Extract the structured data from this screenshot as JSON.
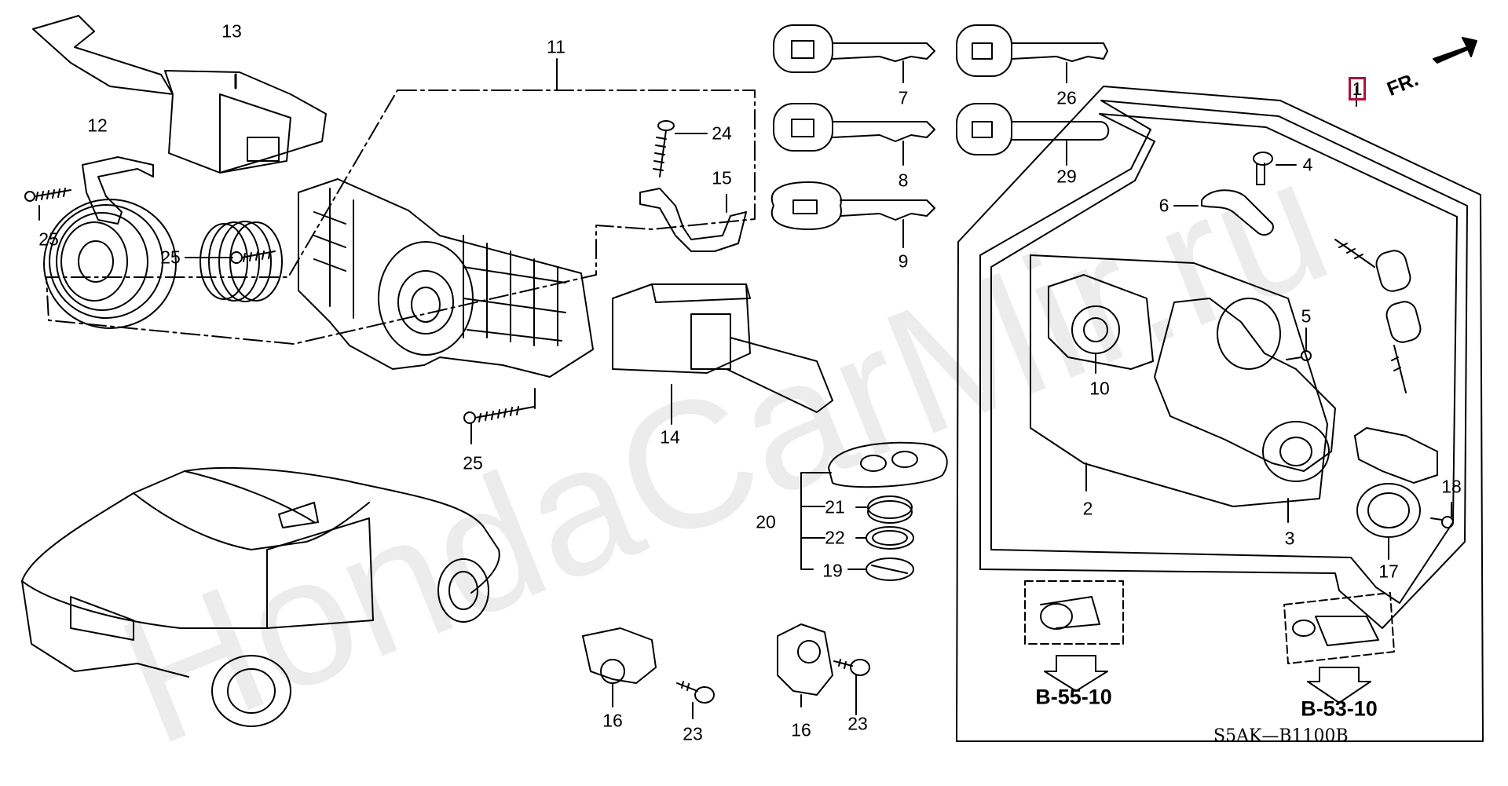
{
  "diagram": {
    "watermark": "HondaCarMir.ru",
    "drawing_code": "S5AK—B1100B",
    "front_arrow_label": "FR.",
    "highlighted_part": "1",
    "section_refs": [
      "B-55-10",
      "B-53-10"
    ],
    "part_labels": {
      "p2": "2",
      "p3": "3",
      "p4": "4",
      "p5": "5",
      "p6": "6",
      "p7": "7",
      "p8": "8",
      "p9": "9",
      "p10": "10",
      "p11": "11",
      "p12": "12",
      "p13": "13",
      "p14": "14",
      "p15": "15",
      "p16a": "16",
      "p16b": "16",
      "p17": "17",
      "p18": "18",
      "p19": "19",
      "p20": "20",
      "p21": "21",
      "p22": "22",
      "p23a": "23",
      "p23b": "23",
      "p24": "24",
      "p25a": "25",
      "p25b": "25",
      "p25c": "25",
      "p26": "26",
      "p29": "29"
    }
  }
}
